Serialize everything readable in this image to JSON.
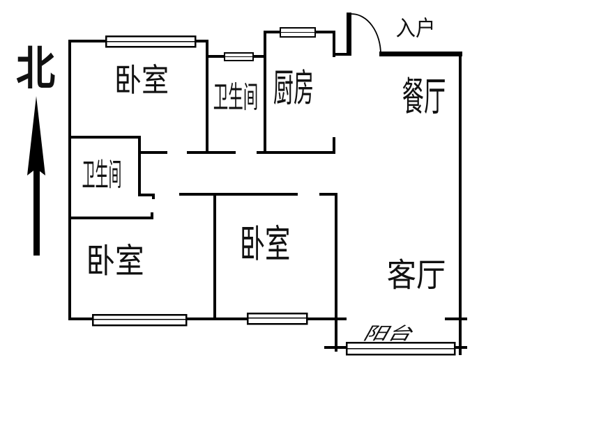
{
  "floorplan": {
    "compass": {
      "label": "北"
    },
    "entrance": {
      "label": "入户"
    },
    "rooms": {
      "bedroom_north": {
        "label": "卧室"
      },
      "bathroom_north": {
        "label": "卫生间"
      },
      "kitchen": {
        "label": "厨房"
      },
      "dining_room": {
        "label": "餐厅"
      },
      "bathroom_west": {
        "label": "卫生间"
      },
      "bedroom_middle": {
        "label": "卧室"
      },
      "bedroom_southwest": {
        "label": "卧室"
      },
      "living_room": {
        "label": "客厅"
      },
      "balcony": {
        "label": "阳台"
      }
    },
    "colors": {
      "wall": "#000000",
      "background": "#ffffff"
    }
  }
}
